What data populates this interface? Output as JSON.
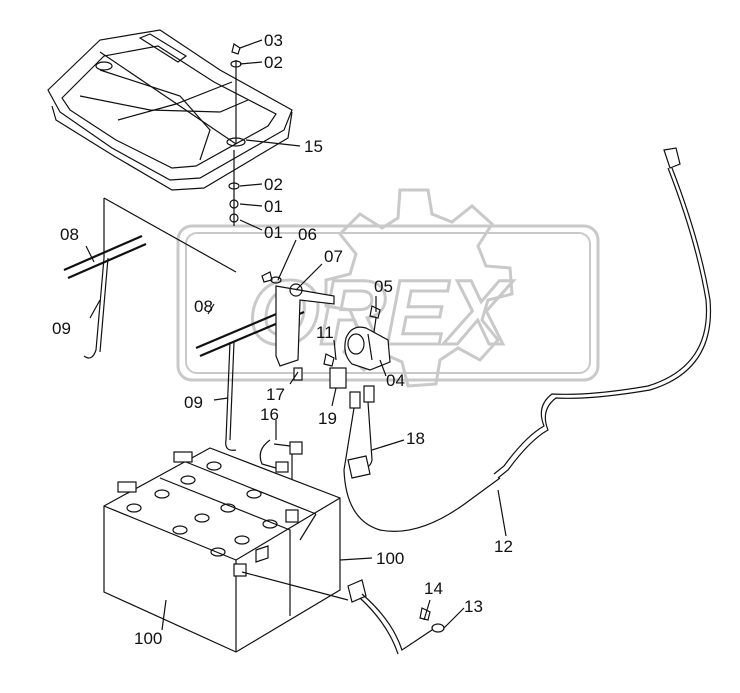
{
  "watermark": {
    "text": "OREX",
    "color": "#c9c9c9"
  },
  "colors": {
    "ink": "#111111",
    "background": "#ffffff"
  },
  "labels": {
    "p03": "03",
    "p02a": "02",
    "p15": "15",
    "p02b": "02",
    "p01a": "01",
    "p01b": "01",
    "p06": "06",
    "p07": "07",
    "p08a": "08",
    "p08b": "08",
    "p05": "05",
    "p09a": "09",
    "p09b": "09",
    "p11": "11",
    "p04": "04",
    "p17": "17",
    "p19": "19",
    "p18": "18",
    "p16": "16",
    "p12": "12",
    "p100a": "100",
    "p100b": "100",
    "p14": "14",
    "p13": "13"
  }
}
